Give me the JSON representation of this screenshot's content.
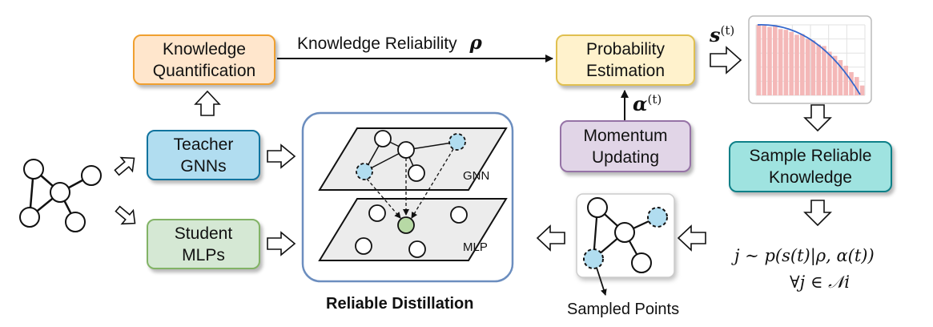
{
  "boxes": {
    "knowledge_quantification": [
      "Knowledge",
      "Quantification"
    ],
    "probability_estimation": [
      "Probability",
      "Estimation"
    ],
    "teacher_gnns": [
      "Teacher",
      "GNNs"
    ],
    "student_mlps": [
      "Student",
      "MLPs"
    ],
    "momentum_updating": [
      "Momentum",
      "Updating"
    ],
    "sample_reliable_knowledge": [
      "Sample Reliable",
      "Knowledge"
    ]
  },
  "labels": {
    "knowledge_reliability": "Knowledge Reliability",
    "rho": "ρ",
    "s_t": "s",
    "s_t_sup": "(t)",
    "alpha": "α",
    "alpha_sup": "(t)",
    "gnn_plane": "GNN",
    "mlp_plane": "MLP",
    "reliable_distillation": "Reliable Distillation",
    "sampled_points": "Sampled Points",
    "formula_line1": "j ∼ p(s(t)|ρ, α(t))",
    "formula_line2": "∀j ∈ 𝒩i"
  },
  "colors": {
    "knowledge_quantification": {
      "fill": "#ffe6cc",
      "stroke": "#f0a030"
    },
    "probability_estimation": {
      "fill": "#fff2cc",
      "stroke": "#e0c050"
    },
    "teacher_gnns": {
      "fill": "#b1ddf0",
      "stroke": "#10739e"
    },
    "student_mlps": {
      "fill": "#d5e8d4",
      "stroke": "#82b366"
    },
    "momentum_updating": {
      "fill": "#e1d5e7",
      "stroke": "#9673a6"
    },
    "sample_reliable_knowledge": {
      "fill": "#9fe3e0",
      "stroke": "#0e8088"
    },
    "highlighted_node": "#b1ddf0",
    "target_node": "#b7d9a5",
    "distillation_frame": "#6c8ebf",
    "histogram_bar": "#f4b8b8",
    "fit_curve": "#3366cc"
  },
  "histogram": {
    "bar_values": [
      1.0,
      0.99,
      0.97,
      0.98,
      0.94,
      0.93,
      0.9,
      0.86,
      0.87,
      0.8,
      0.78,
      0.72,
      0.7,
      0.62,
      0.56,
      0.5,
      0.42,
      0.33,
      0.26,
      0.14
    ],
    "icon": "histogram-with-decreasing-fit-curve"
  }
}
